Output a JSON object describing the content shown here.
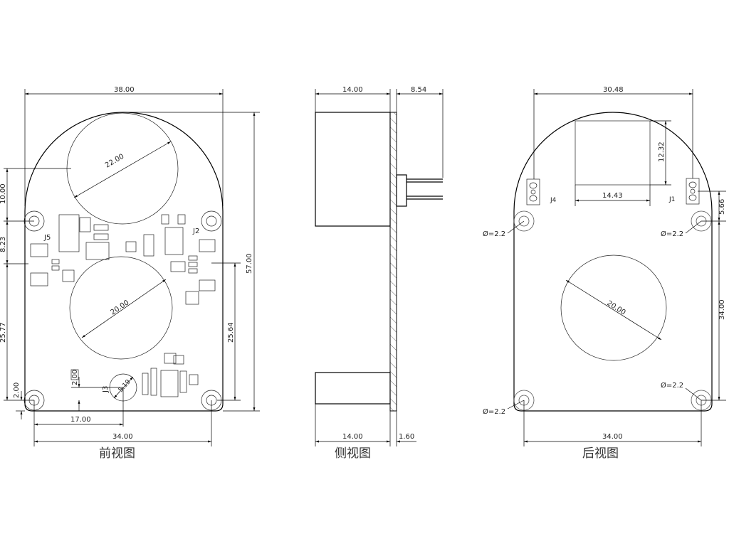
{
  "views": {
    "front": {
      "caption": "前视图",
      "dims": {
        "width_top": "38.00",
        "height": "57.00",
        "hole_upper": "10.00",
        "hole_gap": "8.23",
        "lower_left": "25.77",
        "lower_right": "25.64",
        "bottom_offset": "2.00",
        "j3_offset": "2.00",
        "half_span": "17.00",
        "hole_span": "34.00",
        "big_circle": "22.00",
        "mid_circle": "20.00",
        "small_circle": "5.19"
      },
      "labels": {
        "j5": "J5",
        "j2": "J2",
        "j3": "J3"
      }
    },
    "side": {
      "caption": "侧视图",
      "dims": {
        "body_top": "14.00",
        "pins": "8.54",
        "body_bottom": "14.00",
        "plate": "1.60"
      }
    },
    "back": {
      "caption": "后视图",
      "dims": {
        "top": "30.48",
        "rect_h": "12.32",
        "rect_w": "14.43",
        "j1_offset": "5.66",
        "vertical": "34.00",
        "bottom": "34.00",
        "circle": "20.00"
      },
      "holes": [
        "Ø=2.2",
        "Ø=2.2",
        "Ø=2.2",
        "Ø=2.2"
      ],
      "labels": {
        "j4": "J4",
        "j1": "J1"
      }
    }
  }
}
